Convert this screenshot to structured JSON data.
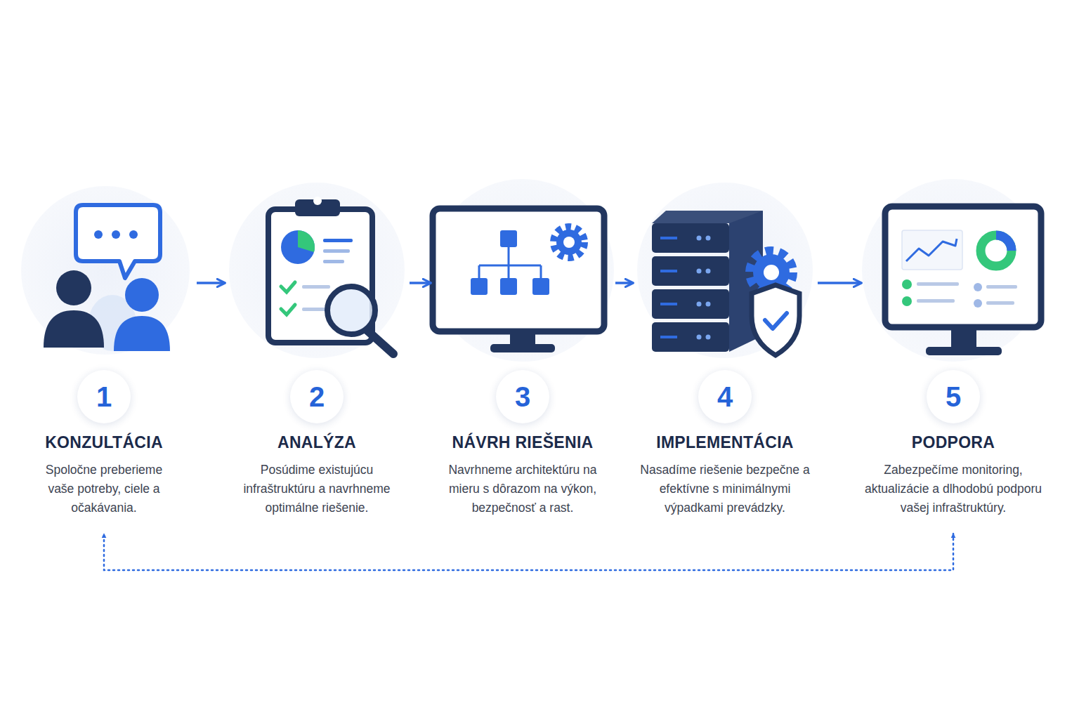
{
  "diagram": {
    "nodes": [
      {
        "text": [
          "1",
          "KONZULTÁCIA",
          "Spoločne preberieme vaše potreby, ciele a očakávania."
        ]
      },
      {
        "text": [
          "2",
          "ANALÝZA",
          "Posúdime existujúcu infraštruktúru a navrhneme optimálne riešenie."
        ]
      },
      {
        "text": [
          "3",
          "NÁVRH RIEŠENIA",
          "Navrhneme architektúru na mieru s dôrazom na výkon, bezpečnosť a rast."
        ]
      },
      {
        "text": [
          "4",
          "IMPLEMENTÁCIA",
          "Nasadíme riešenie bezpečne a efektívne s minimálnymi výpadkami prevádzky."
        ]
      },
      {
        "text": [
          "5",
          "PODPORA",
          "Zabezpečíme monitoring, aktualizácie a dlhodobú podporu vašej infraštruktúry."
        ]
      }
    ],
    "edges": [
      {
        "from": 0,
        "to": 1,
        "arrow": "to"
      },
      {
        "from": 1,
        "to": 2,
        "arrow": "to"
      },
      {
        "from": 2,
        "to": 3,
        "arrow": "to"
      },
      {
        "from": 3,
        "to": 4,
        "arrow": "to"
      },
      {
        "from": 4,
        "to": 0,
        "arrow": "both"
      }
    ]
  }
}
